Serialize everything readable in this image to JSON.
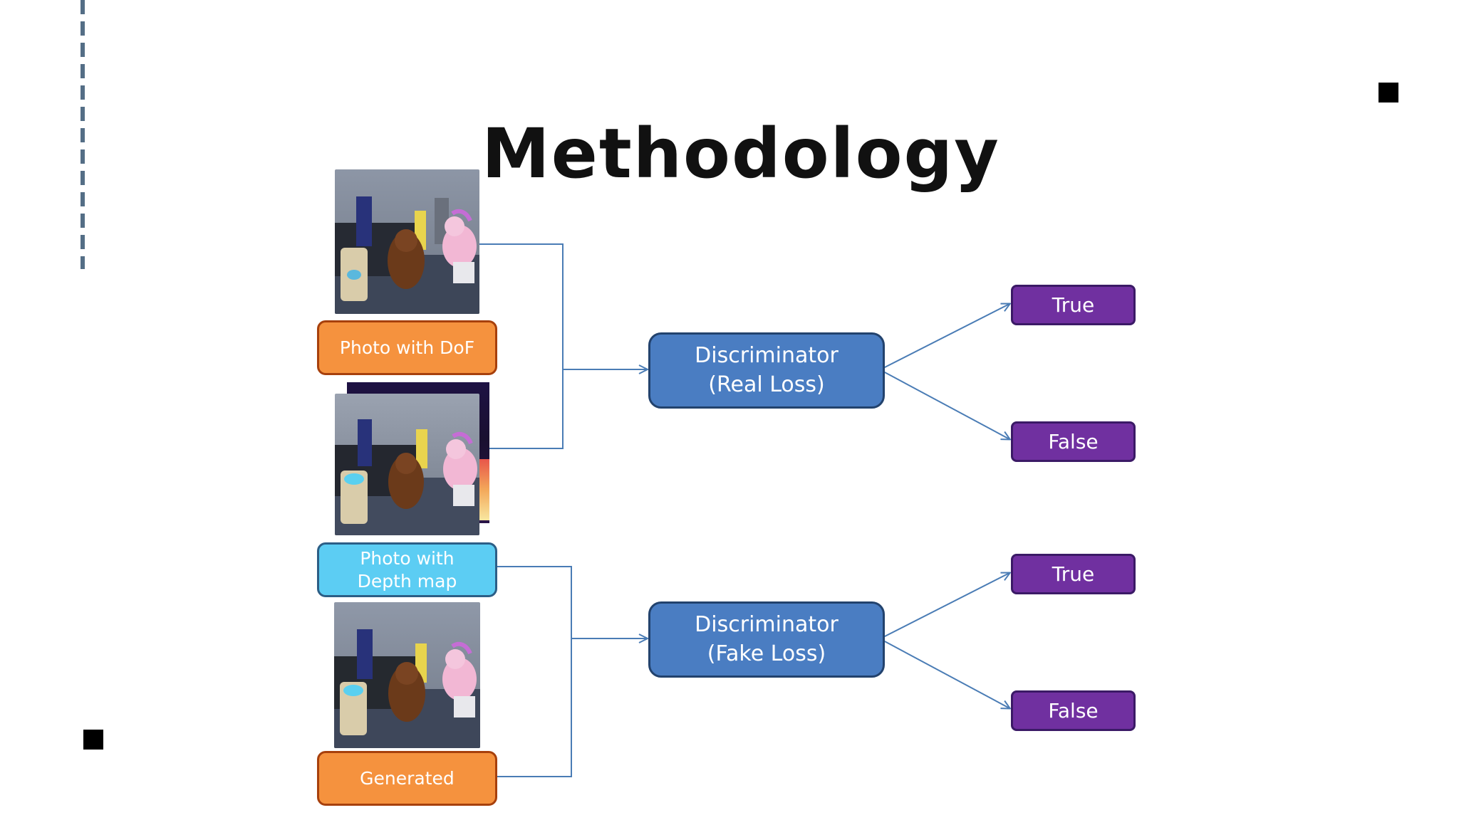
{
  "title": "Methodology",
  "inputs": {
    "dof_label": "Photo with DoF",
    "depth_label": "Photo with Depth map",
    "generated_label": "Generated"
  },
  "discriminators": {
    "real": {
      "line1": "Discriminator",
      "line2": "(Real Loss)"
    },
    "fake": {
      "line1": "Discriminator",
      "line2": "(Fake Loss)"
    }
  },
  "outputs": {
    "real_true": "True",
    "real_false": "False",
    "fake_true": "True",
    "fake_false": "False"
  },
  "colors": {
    "orange": "#f5923e",
    "cyan": "#5ccdf3",
    "discriminator": "#4a7dc2",
    "output": "#7030a0",
    "connector": "#4a7cb5"
  }
}
